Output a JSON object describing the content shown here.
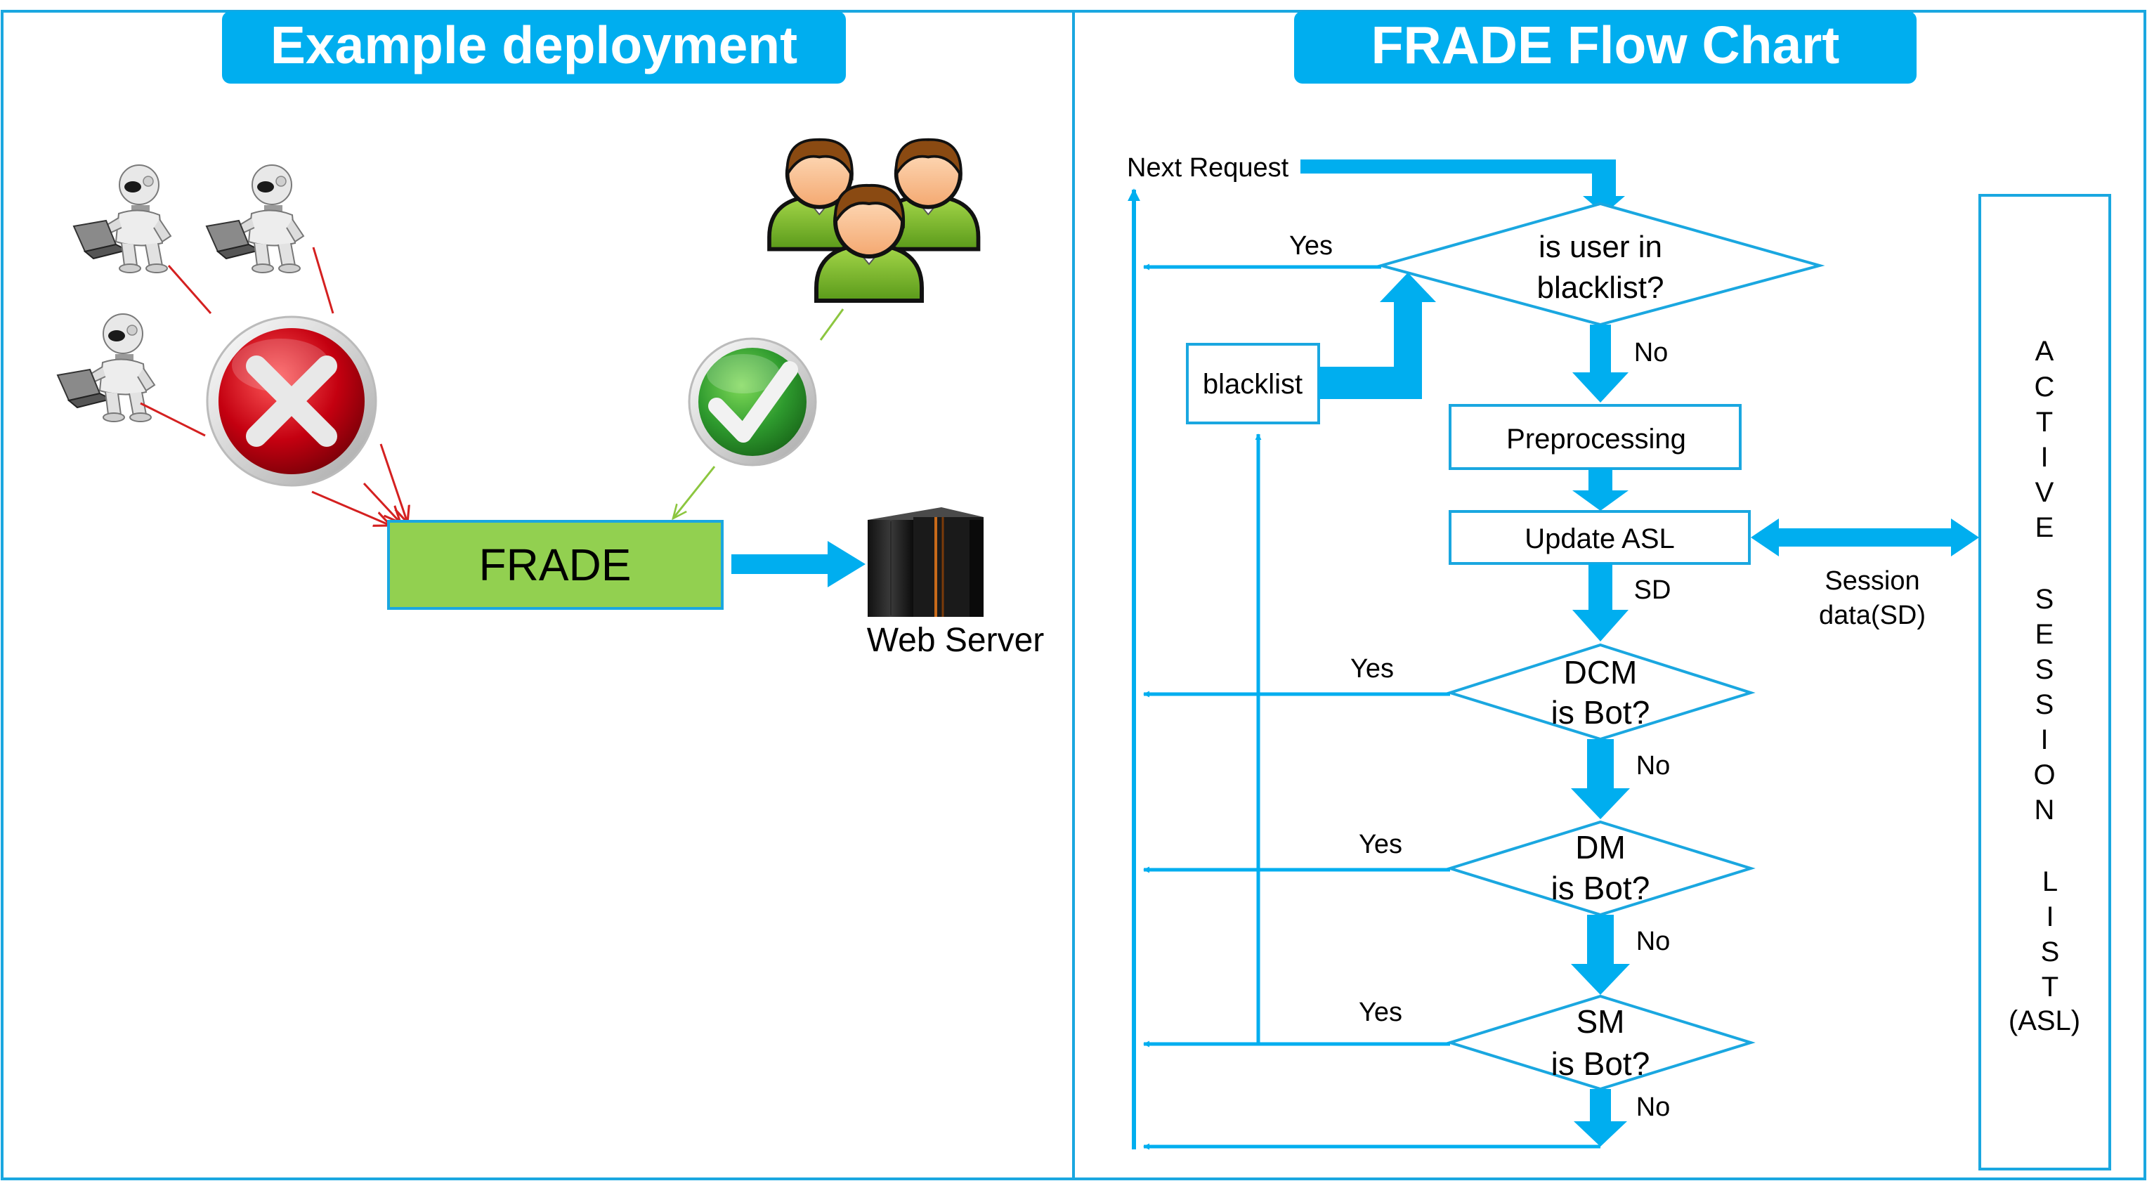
{
  "colors": {
    "accent": "#00AEEF",
    "frame": "#1aa7e0",
    "frade_fill": "#92d050",
    "reject_red": "#c0000a",
    "accept_green": "#3ca33c",
    "text": "#000000"
  },
  "deployment": {
    "title": "Example deployment",
    "frade_label": "FRADE",
    "server_label": "Web Server",
    "icons": [
      "robot-icon",
      "robot-icon",
      "robot-icon",
      "reject-icon",
      "users-icon",
      "approve-icon",
      "server-icon"
    ]
  },
  "flowchart": {
    "title": "FRADE Flow Chart",
    "next_request": "Next Request",
    "blacklist_decision": {
      "line1": "is user in",
      "line2": "blacklist?"
    },
    "blacklist_box": "blacklist",
    "preprocessing": "Preprocessing",
    "update_asl": "Update ASL",
    "session_data_line1": "Session",
    "session_data_line2": "data(SD)",
    "sd_label": "SD",
    "yes": "Yes",
    "no": "No",
    "decisions": [
      {
        "name": "DCM",
        "question": "is Bot?"
      },
      {
        "name": "DM",
        "question": "is Bot?"
      },
      {
        "name": "SM",
        "question": "is Bot?"
      }
    ],
    "asl_letters": [
      "A",
      "C",
      "T",
      "I",
      "V",
      "E",
      "S",
      "E",
      "S",
      "S",
      "I",
      "O",
      "N",
      "L",
      "I",
      "S",
      "T"
    ],
    "asl_abbrev": "(ASL)"
  }
}
